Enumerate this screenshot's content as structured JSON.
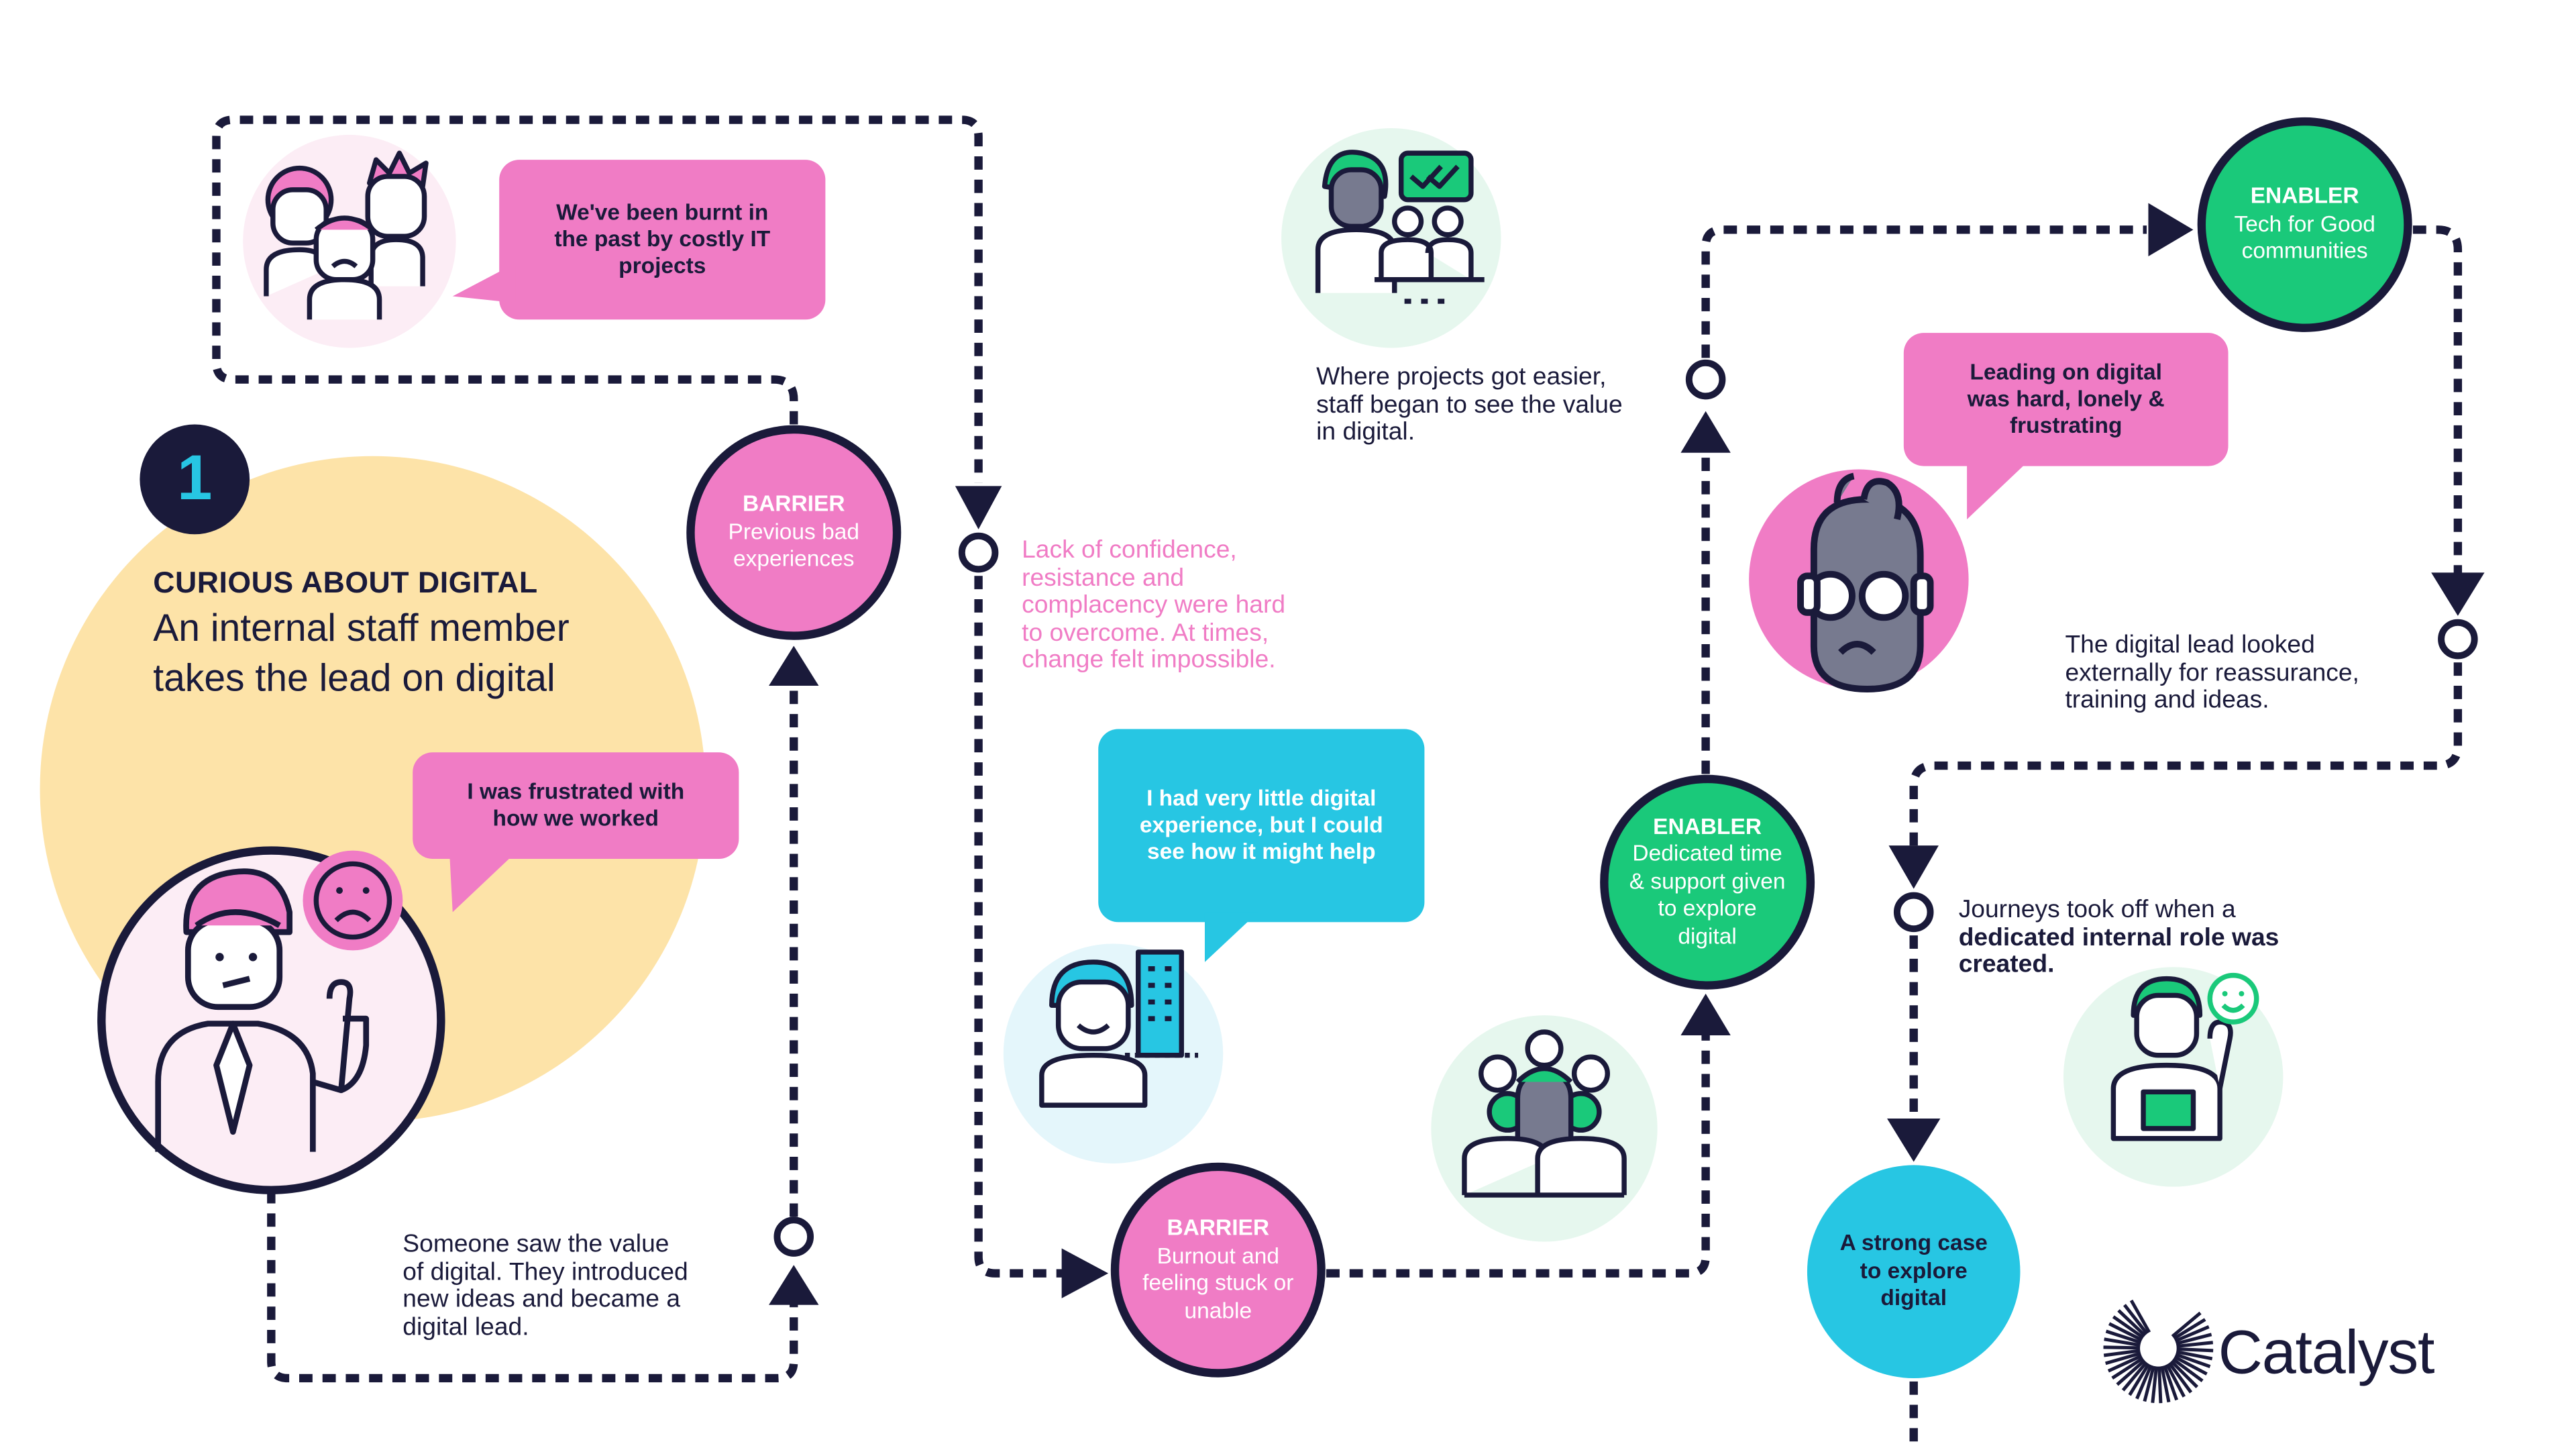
{
  "colors": {
    "navy": "#1a1a3a",
    "pink": "#f07cc5",
    "cyan": "#27c6e3",
    "green": "#1ac97a",
    "yellow": "#fde3a8",
    "pale_pink": "#fcedf5",
    "pale_cyan": "#e4f6fb",
    "pale_green": "#e6f7ee"
  },
  "stage": {
    "number": "1",
    "heading": "CURIOUS ABOUT DIGITAL",
    "subheading_line1": "An internal staff member",
    "subheading_line2": "takes the lead on digital"
  },
  "bubbles": {
    "burnt": [
      "We've been burnt in",
      "the past by costly IT",
      "projects"
    ],
    "frustrated": [
      "I was frustrated with",
      "how we worked"
    ],
    "little_experience": [
      "I had very little digital",
      "experience, but I could",
      "see how it might help"
    ],
    "leading": [
      "Leading on digital",
      "was hard, lonely &",
      "frustrating"
    ]
  },
  "nodes": {
    "barrier_previous": {
      "kind": "BARRIER",
      "lines": [
        "Previous bad",
        "experiences"
      ]
    },
    "barrier_burnout": {
      "kind": "BARRIER",
      "lines": [
        "Burnout and",
        "feeling stuck or",
        "unable"
      ]
    },
    "enabler_time": {
      "kind": "ENABLER",
      "lines": [
        "Dedicated time",
        "& support given",
        "to explore",
        "digital"
      ]
    },
    "enabler_tfg": {
      "kind": "ENABLER",
      "lines": [
        "Tech for Good",
        "communities"
      ]
    },
    "final": {
      "lines": [
        "A strong case",
        "to explore",
        "digital"
      ]
    }
  },
  "captions": {
    "someone": [
      "Someone saw the value",
      "of digital. They introduced",
      "new ideas and became a",
      "digital lead."
    ],
    "lack": [
      "Lack of confidence,",
      "resistance and",
      "complacency were hard",
      "to overcome. At times,",
      "change felt impossible."
    ],
    "easier": [
      "Where projects got easier,",
      "staff began to see the value",
      "in digital."
    ],
    "looked": [
      "The digital lead looked",
      "externally for reassurance,",
      "training and ideas."
    ],
    "journeys_prefix": "Journeys took off when a",
    "journeys_bold_line1": "dedicated internal role was",
    "journeys_bold_line2": "created."
  },
  "icons": {
    "logo": "catalyst-burst-logo",
    "sad_face": "sad-face-icon",
    "happy_face": "smiley-face-icon",
    "checkmarks": "double-check-icon"
  },
  "brand": {
    "name": "Catalyst"
  }
}
